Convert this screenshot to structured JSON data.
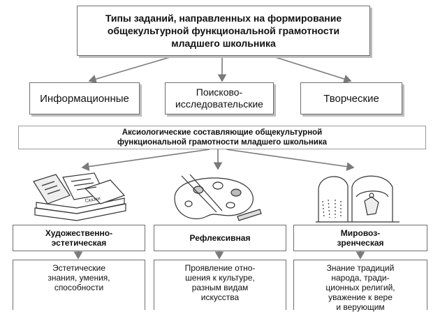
{
  "title": {
    "line1": "Типы заданий, направленных на формирование",
    "line2": "общекультурной функциональной грамотности",
    "line3": "младшего школьника"
  },
  "categories": [
    {
      "line1": "Информационные",
      "line2": ""
    },
    {
      "line1": "Поисково-",
      "line2": "исследовательские"
    },
    {
      "line1": "Творческие",
      "line2": ""
    }
  ],
  "axiological": {
    "line1": "Аксиологические составляющие общекультурной",
    "line2": "функциональной грамотности младшего школьника"
  },
  "components": [
    {
      "line1": "Художественно-",
      "line2": "эстетическая"
    },
    {
      "line1": "Рефлексивная",
      "line2": ""
    },
    {
      "line1": "Мировоз-",
      "line2": "зренческая"
    }
  ],
  "descriptions": [
    {
      "lines": [
        "Эстетические",
        "знания, умения,",
        "способности",
        "",
        ""
      ]
    },
    {
      "lines": [
        "Проявление отно-",
        "шения к культуре,",
        "разным видам",
        "искусства",
        ""
      ]
    },
    {
      "lines": [
        "Знание традиций",
        "народа, тради-",
        "ционных религий,",
        "уважение к вере",
        "и верующим"
      ]
    }
  ],
  "illustration_label": "Сказки",
  "colors": {
    "border": "#6e6e6e",
    "line": "#7a7a7a",
    "shadow": "#bdbdbd"
  }
}
